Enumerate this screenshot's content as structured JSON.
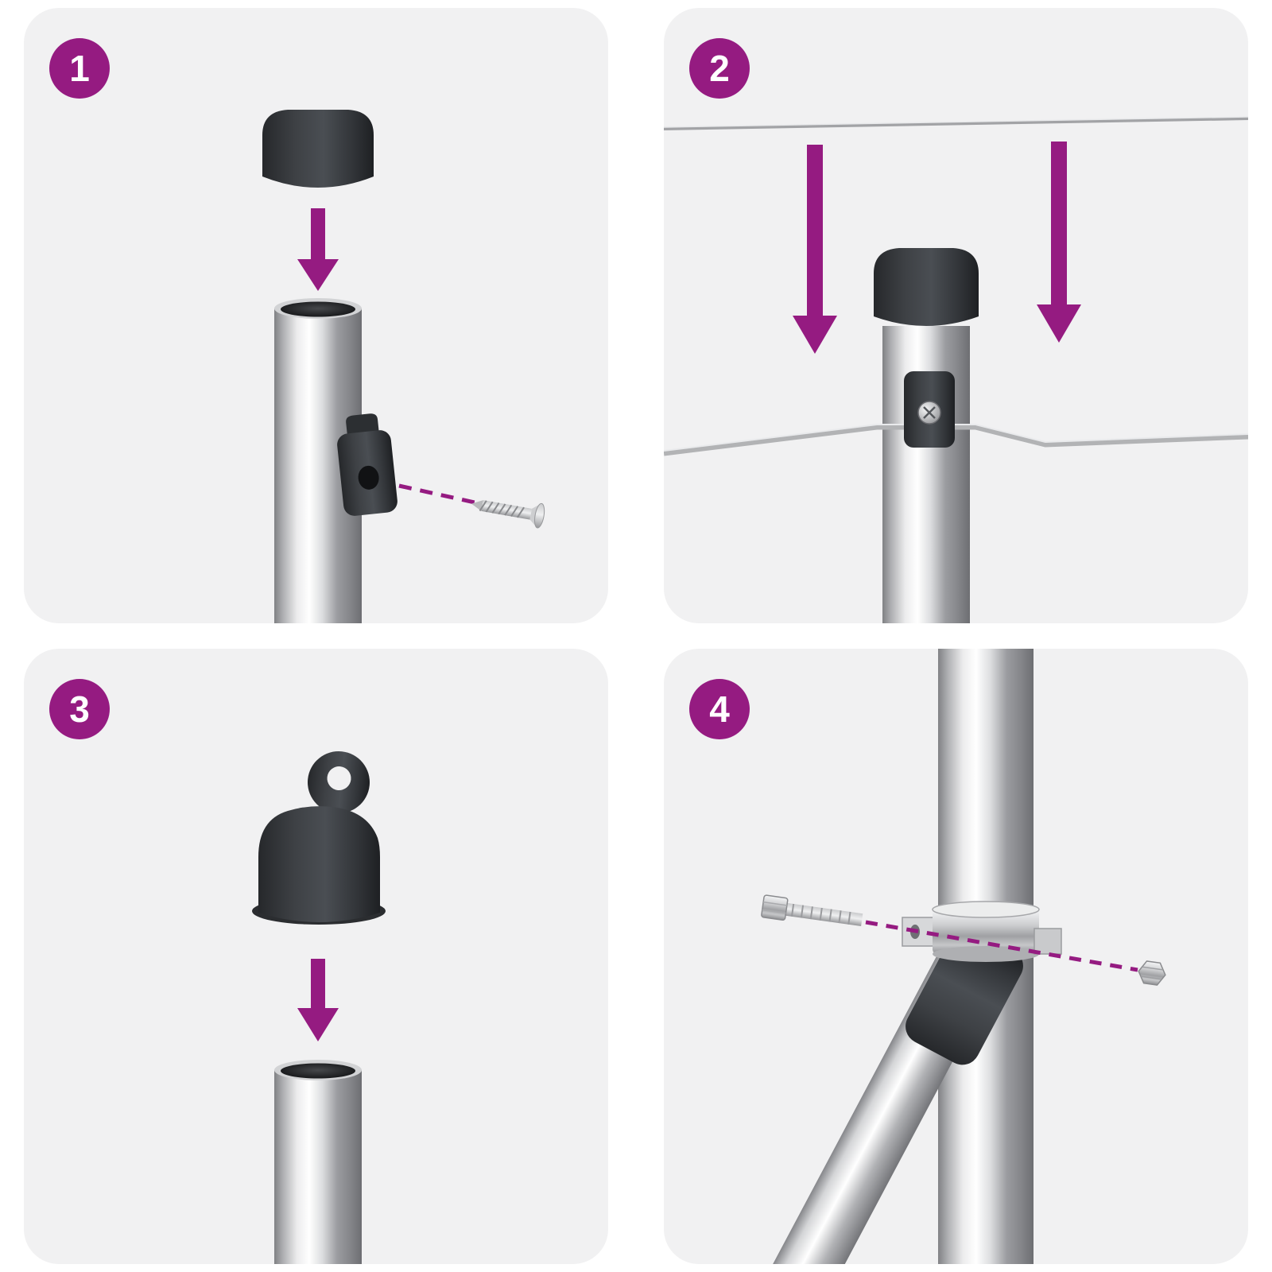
{
  "colors": {
    "accent": "#951b81",
    "panel_background": "#f1f1f2",
    "dark_part": "#34373b",
    "metal_light": "#e9eaeb"
  },
  "steps": [
    {
      "number": "1",
      "illustration": "round-post-cap-pressed-onto-post-with-wire-clip-and-screw"
    },
    {
      "number": "2",
      "illustration": "tension-wires-pushed-down-into-clip-on-capped-post"
    },
    {
      "number": "3",
      "illustration": "eyelet-cap-pressed-onto-post"
    },
    {
      "number": "4",
      "illustration": "diagonal-brace-clamped-to-post-with-bolt-and-nut"
    }
  ]
}
